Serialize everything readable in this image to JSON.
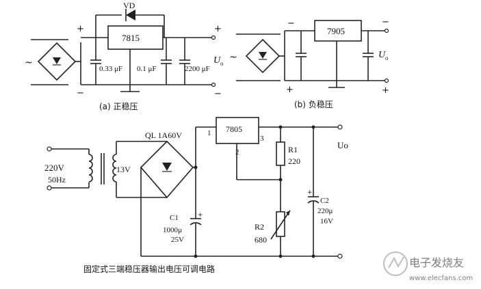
{
  "circuit_a": {
    "diode": "VD",
    "regulator": "7815",
    "c1": "0.33 μF",
    "c2": "0.1 μF",
    "c3": "2200 μF",
    "out": "U",
    "out_sub": "o",
    "plus_in": "+",
    "minus_in": "−",
    "plus_out": "+",
    "minus_out": "−",
    "ac": "~",
    "caption": "(a) 正稳压"
  },
  "circuit_b": {
    "regulator": "7905",
    "out": "U",
    "out_sub": "o",
    "minus_in": "−",
    "plus_in": "+",
    "minus_out": "−",
    "plus_out": "+",
    "ac": "~",
    "caption": "(b) 负稳压"
  },
  "circuit_c": {
    "bridge": "QL 1A60V",
    "regulator": "7805",
    "pin1": "1",
    "pin2": "2",
    "pin3": "3",
    "primary_v": "220V",
    "primary_f": "50Hz",
    "secondary": "13V",
    "r1_name": "R1",
    "r1_val": "220",
    "r2_name": "R2",
    "r2_val": "680",
    "c1_name": "C1",
    "c1_val": "1000μ",
    "c1_volt": "25V",
    "c2_name": "C2",
    "c2_val": "220μ",
    "c2_volt": "16V",
    "out": "Uo",
    "caption": "固定式三端稳压器输出电压可调电路"
  },
  "watermark": {
    "cn": "电子发烧友",
    "url": "www.elecfans.com"
  }
}
